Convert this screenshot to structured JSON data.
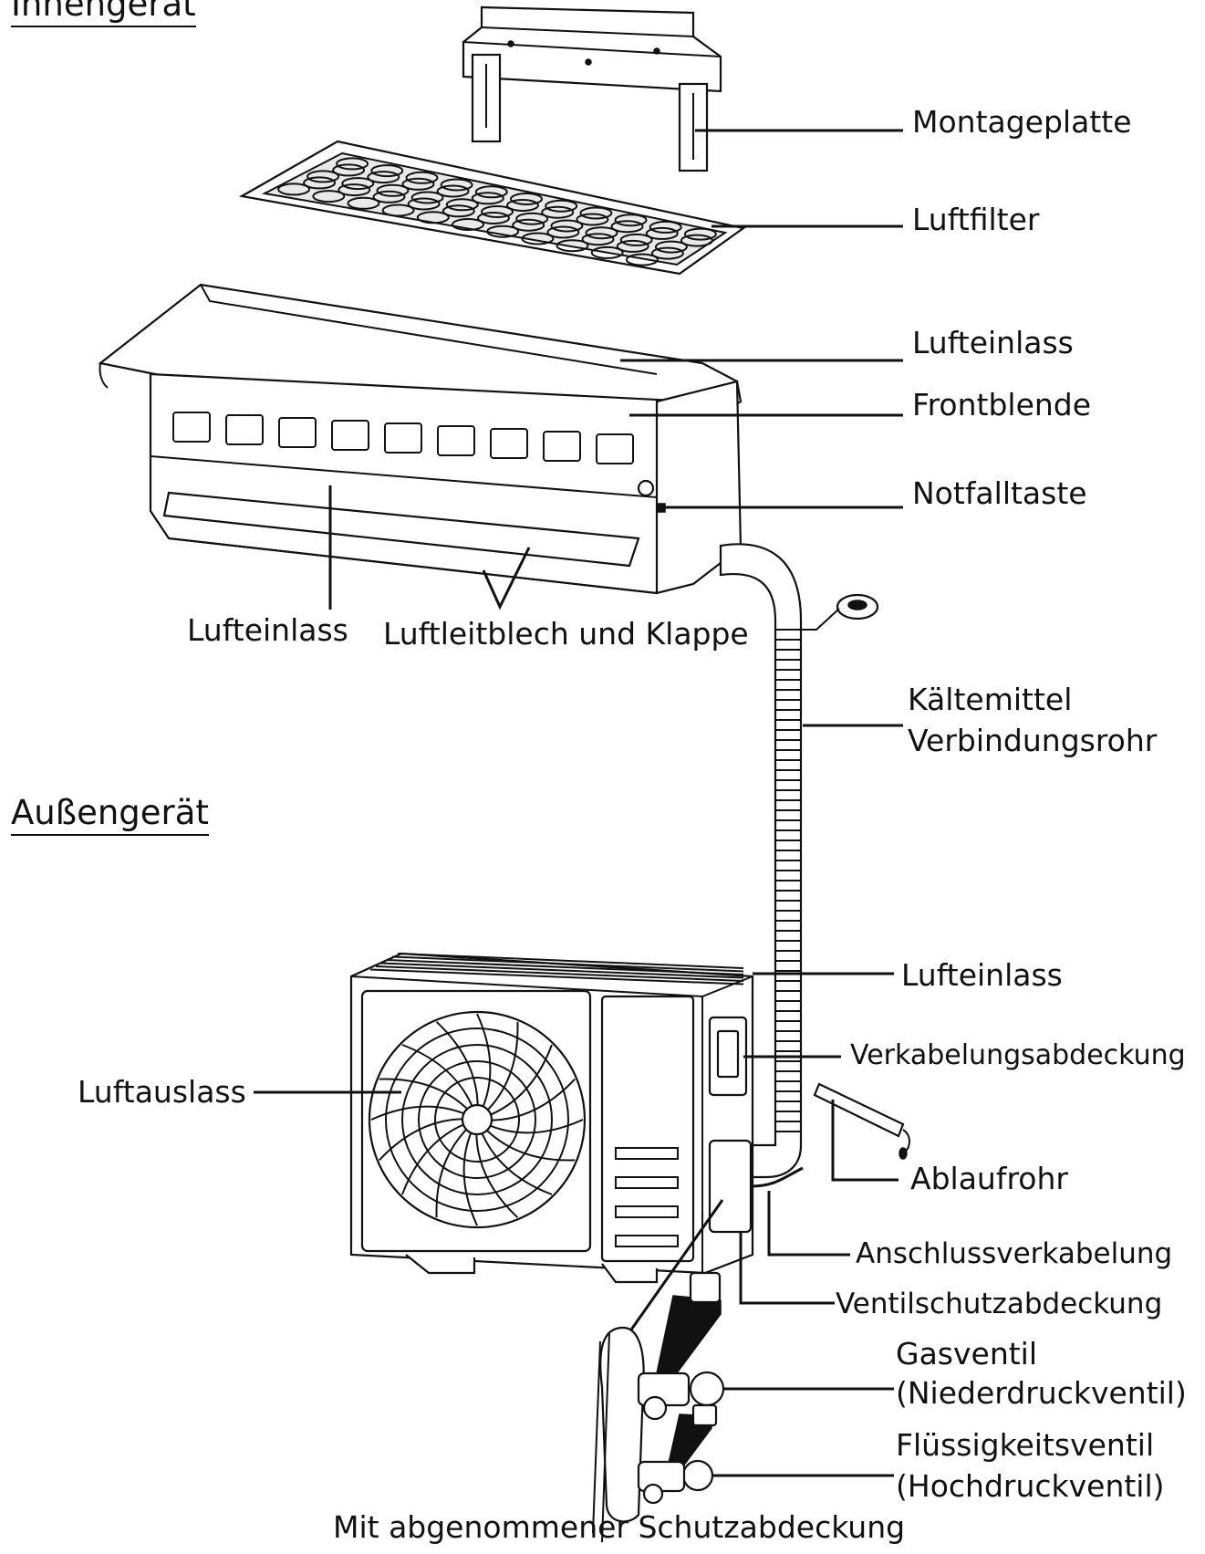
{
  "sections": {
    "indoor": "Innengerät",
    "outdoor": "Außengerät"
  },
  "labels": {
    "montageplatte": "Montageplatte",
    "luftfilter": "Luftfilter",
    "lufteinlass_top": "Lufteinlass",
    "frontblende": "Frontblende",
    "notfalltaste": "Notfalltaste",
    "lufteinlass_bottom": "Lufteinlass",
    "luftleitblech": "Luftleitblech und Klappe",
    "kaeltemittel_line1": "Kältemittel",
    "kaeltemittel_line2": "Verbindungsrohr",
    "lufteinlass_outdoor": "Lufteinlass",
    "verkabelungsabdeckung": "Verkabelungsabdeckung",
    "luftauslass": "Luftauslass",
    "ablaufrohr": "Ablaufrohr",
    "anschlussverkabelung": "Anschlussverkabelung",
    "ventilschutzabdeckung": "Ventilschutzabdeckung",
    "gasventil_line1": "Gasventil",
    "gasventil_line2": "(Niederdruckventil)",
    "fluessigkeitsventil_line1": "Flüssigkeitsventil",
    "fluessigkeitsventil_line2": "(Hochdruckventil)"
  },
  "caption": "Mit abgenommener Schutzabdeckung",
  "colors": {
    "ink": "#111111",
    "background": "#ffffff"
  }
}
